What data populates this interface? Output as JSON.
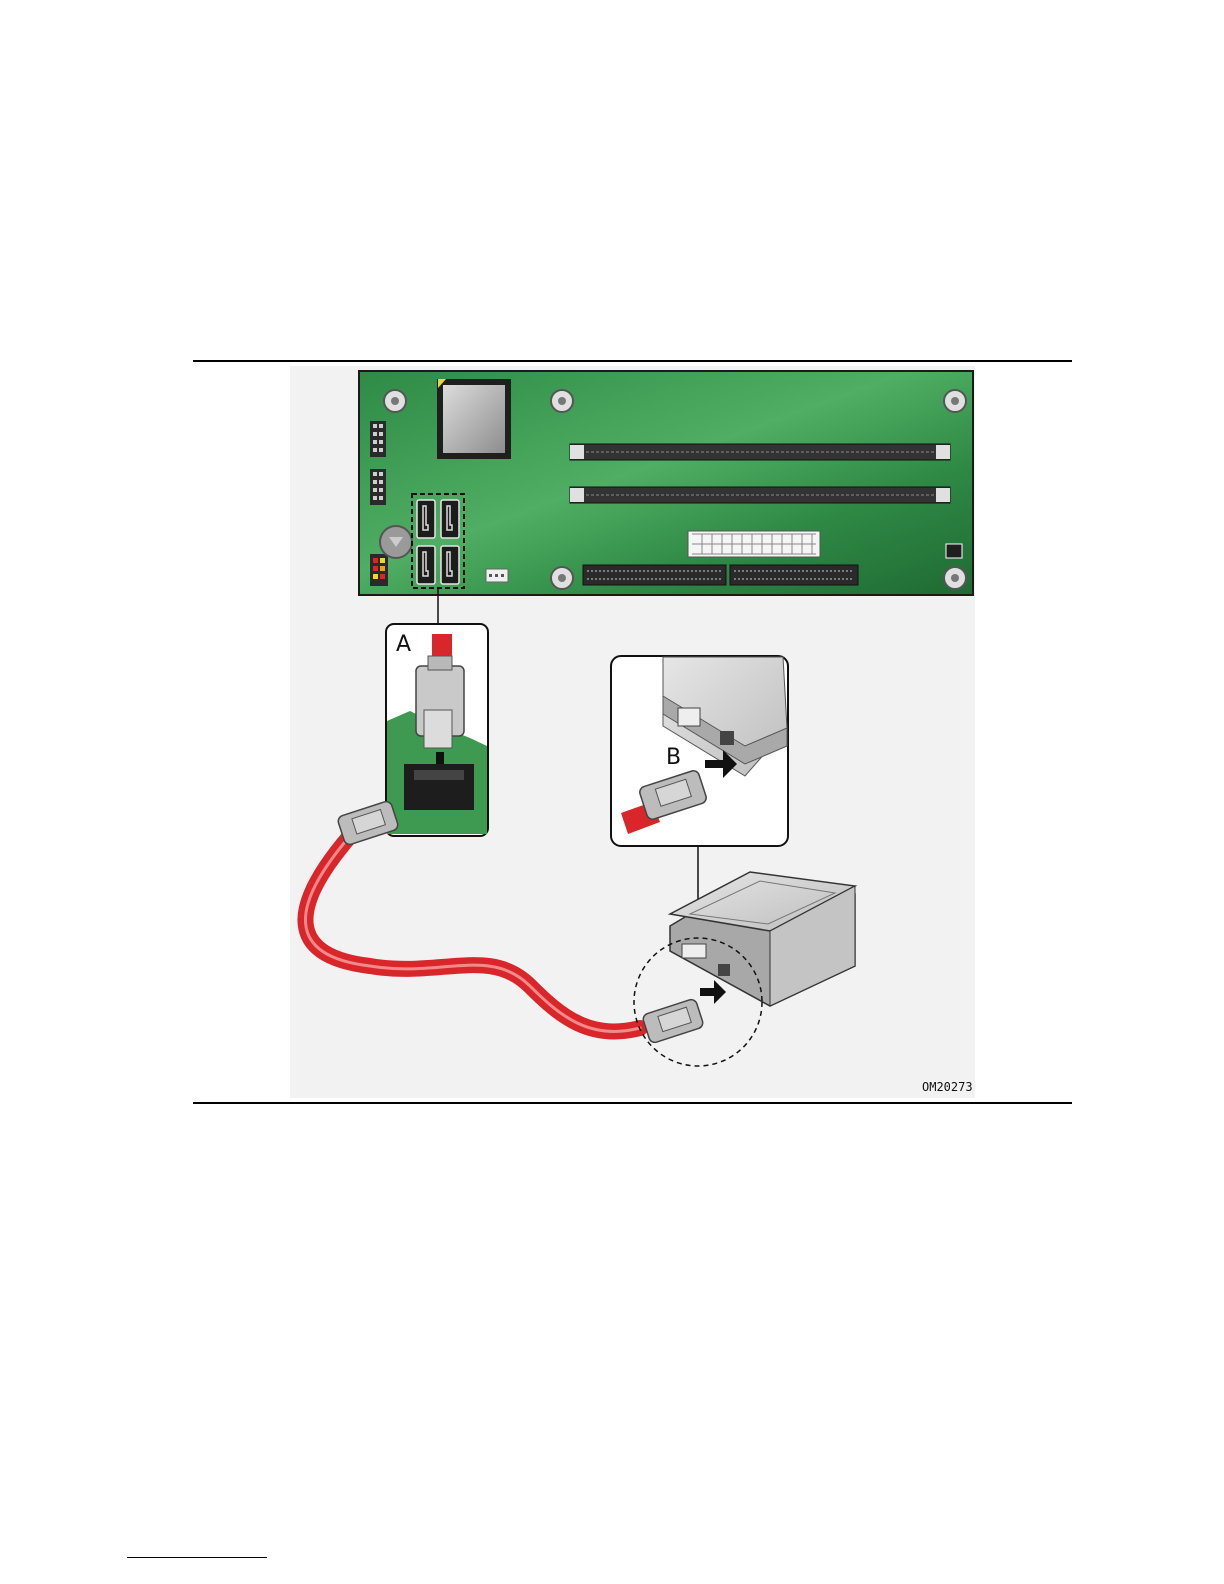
{
  "figure": {
    "callout_a": "A",
    "callout_b": "B",
    "figure_id": "OM20273",
    "colors": {
      "board_green": "#2f8a45",
      "cable_red": "#d9262a",
      "drive_gray": "#c8c8c8",
      "connector_gray": "#b5b5b5"
    }
  }
}
